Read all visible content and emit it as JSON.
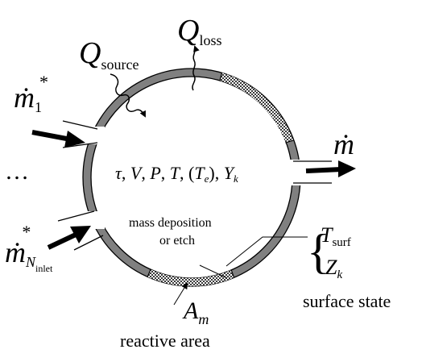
{
  "heat": {
    "source_symbol": "Q",
    "source_subscript": "source",
    "loss_symbol": "Q",
    "loss_subscript": "loss"
  },
  "inlets": {
    "first_symbol": "ṁ",
    "first_subscript": "1",
    "first_superscript": "*",
    "ellipsis": "…",
    "last_symbol": "ṁ",
    "last_subscript": "N",
    "last_subsubscript": "inlet",
    "last_superscript": "*"
  },
  "outlet": {
    "symbol": "ṁ"
  },
  "state_variables": {
    "tau": "τ",
    "sep1": ", ",
    "V": "V",
    "sep2": ", ",
    "P": "P",
    "sep3": ", ",
    "T": "T",
    "sep4": ", ",
    "open": "(",
    "Te": "T",
    "Te_sub": "e",
    "close": ")",
    "sep5": ", ",
    "Y": "Y",
    "Y_sub": "k"
  },
  "surface": {
    "brace": "{",
    "Tsurf": "T",
    "Tsurf_sub": "surf",
    "Z": "Z",
    "Z_sub": "k",
    "label": "surface state"
  },
  "deposition": {
    "line1": "mass deposition",
    "line2": "or etch"
  },
  "area": {
    "symbol": "A",
    "subscript": "m",
    "label": "reactive area"
  },
  "colors": {
    "ring": "#808080",
    "hatch": "#3a3a3a",
    "stroke": "#000000"
  }
}
